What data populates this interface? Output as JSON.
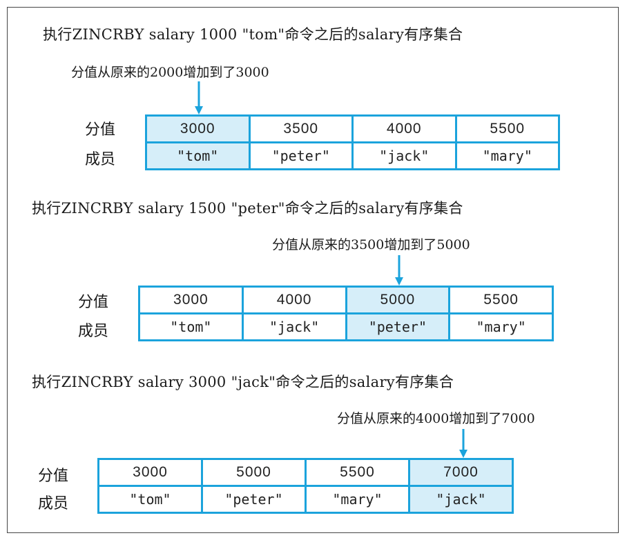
{
  "colors": {
    "border": "#1ba3dc",
    "highlight": "#d6eef9",
    "text": "#222222"
  },
  "row_labels": {
    "score": "分值",
    "member": "成员"
  },
  "panels": [
    {
      "title": "执行ZINCRBY salary 1000 \"tom\"命令之后的salary有序集合",
      "note": "分值从原来的2000增加到了3000",
      "highlight_index": 0,
      "entries": [
        {
          "score": "3000",
          "member": "\"tom\""
        },
        {
          "score": "3500",
          "member": "\"peter\""
        },
        {
          "score": "4000",
          "member": "\"jack\""
        },
        {
          "score": "5500",
          "member": "\"mary\""
        }
      ]
    },
    {
      "title": "执行ZINCRBY salary 1500 \"peter\"命令之后的salary有序集合",
      "note": "分值从原来的3500增加到了5000",
      "highlight_index": 2,
      "entries": [
        {
          "score": "3000",
          "member": "\"tom\""
        },
        {
          "score": "4000",
          "member": "\"jack\""
        },
        {
          "score": "5000",
          "member": "\"peter\""
        },
        {
          "score": "5500",
          "member": "\"mary\""
        }
      ]
    },
    {
      "title": "执行ZINCRBY salary 3000 \"jack\"命令之后的salary有序集合",
      "note": "分值从原来的4000增加到了7000",
      "highlight_index": 3,
      "entries": [
        {
          "score": "3000",
          "member": "\"tom\""
        },
        {
          "score": "5000",
          "member": "\"peter\""
        },
        {
          "score": "5500",
          "member": "\"mary\""
        },
        {
          "score": "7000",
          "member": "\"jack\""
        }
      ]
    }
  ]
}
